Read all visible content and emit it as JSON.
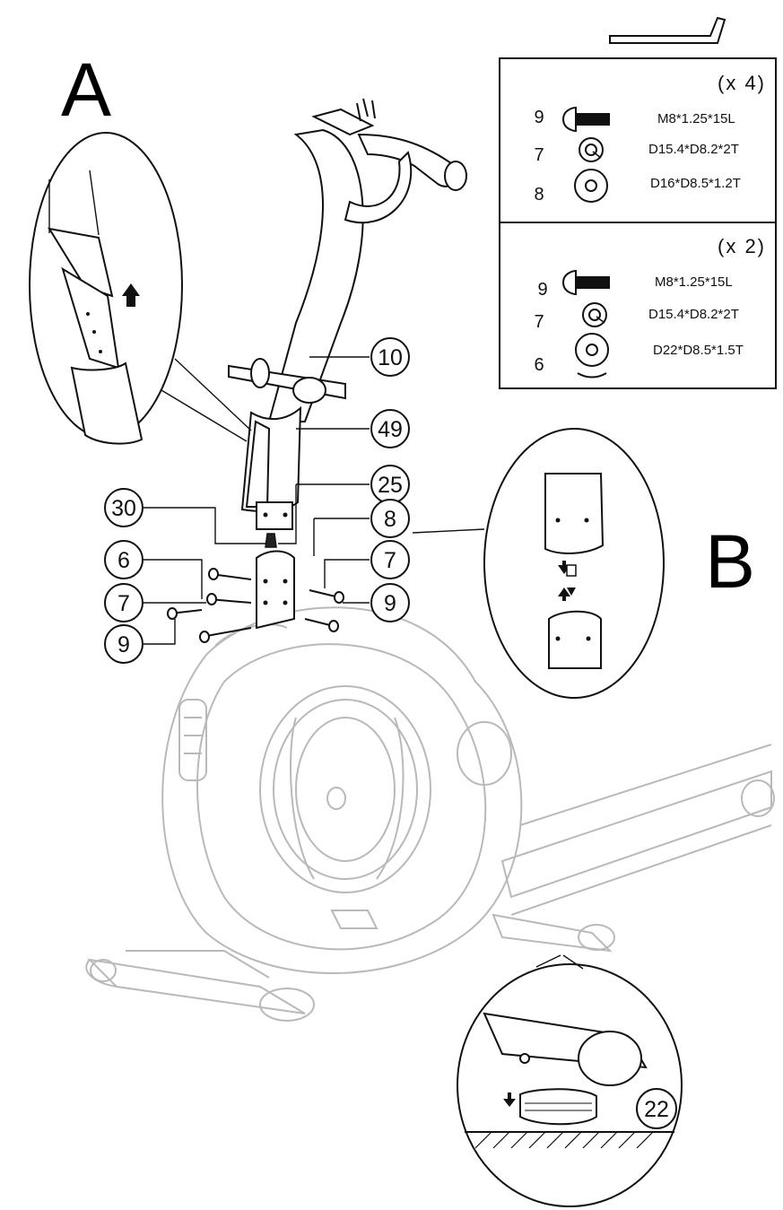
{
  "steps": {
    "a": "A",
    "b": "B"
  },
  "parts_table": {
    "group1": {
      "quantity": "(x   4)",
      "rows": [
        {
          "number": "9",
          "spec": "M8*1.25*15L",
          "icon": "bolt-icon"
        },
        {
          "number": "7",
          "spec": "D15.4*D8.2*2T",
          "icon": "spring-washer-icon"
        },
        {
          "number": "8",
          "spec": "D16*D8.5*1.2T",
          "icon": "flat-washer-icon"
        }
      ]
    },
    "group2": {
      "quantity": "(x   2)",
      "rows": [
        {
          "number": "9",
          "spec": "M8*1.25*15L",
          "icon": "bolt-icon"
        },
        {
          "number": "7",
          "spec": "D15.4*D8.2*2T",
          "icon": "spring-washer-icon"
        },
        {
          "number": "6",
          "spec": "D22*D8.5*1.5T",
          "icon": "curved-washer-icon"
        }
      ]
    }
  },
  "callouts": {
    "c10": "10",
    "c49": "49",
    "c25": "25",
    "c30": "30",
    "c8": "8",
    "c6": "6",
    "c7_left": "7",
    "c7_right": "7",
    "c9_left": "9",
    "c9_right": "9",
    "c22": "22"
  }
}
